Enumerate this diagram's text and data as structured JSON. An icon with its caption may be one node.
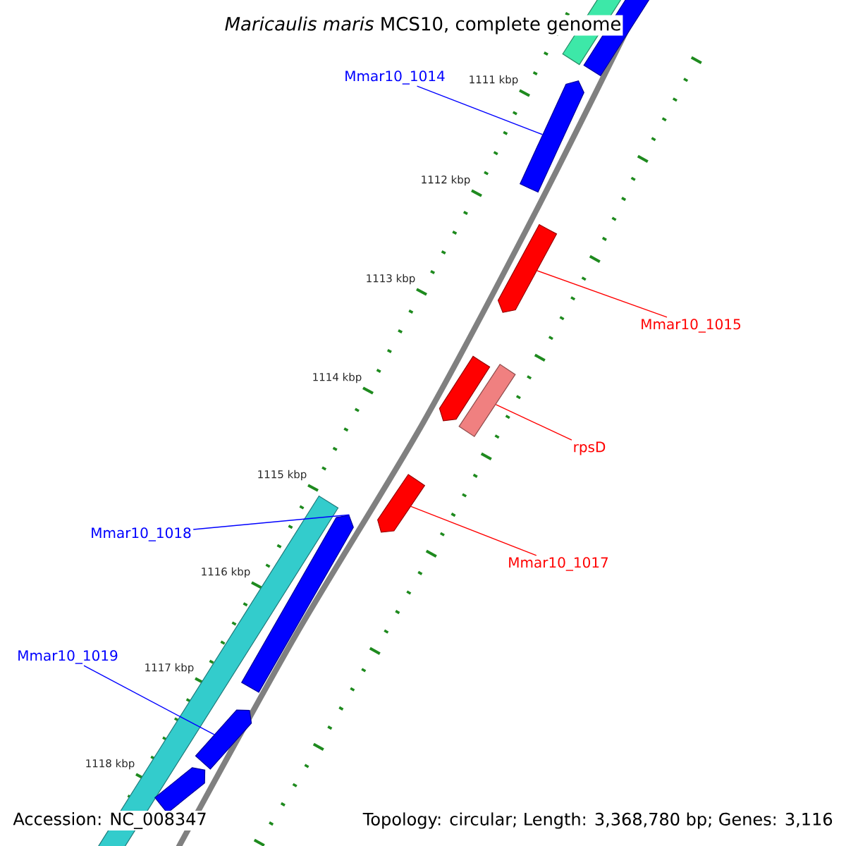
{
  "diagram": {
    "title": "*Maricaulis maris* MCS10, complete genome",
    "nodes": [
      {
        "text": [],
        "shape": "bar"
      },
      {
        "text": [],
        "shape": "bar"
      },
      {
        "text": [
          "Mmar10_1014"
        ]
      },
      {
        "text": [],
        "shape": "pentagon"
      },
      {
        "text": [],
        "shape": "pentagon"
      },
      {
        "text": [
          "Mmar10_1015"
        ]
      },
      {
        "text": [],
        "shape": "pentagon"
      },
      {
        "text": [],
        "shape": "bar"
      },
      {
        "text": [
          "rpsD"
        ]
      },
      {
        "text": [],
        "shape": "pentagon"
      },
      {
        "text": [],
        "shape": "bar"
      },
      {
        "text": [],
        "shape": "pentagon"
      },
      {
        "text": [
          "Mmar10_1018"
        ]
      },
      {
        "text": [
          "Mmar10_1017"
        ]
      },
      {
        "text": [
          "Mmar10_1019"
        ]
      },
      {
        "text": [],
        "shape": "pentagon"
      },
      {
        "text": [],
        "shape": "pentagon"
      }
    ],
    "edges": [
      {
        "from": 2,
        "to": 3,
        "arrow": "none",
        "color": "#0000ff"
      },
      {
        "from": 5,
        "to": 4,
        "arrow": "none",
        "color": "#ff0000"
      },
      {
        "from": 8,
        "to": 7,
        "arrow": "none",
        "color": "#ff0000"
      },
      {
        "from": 13,
        "to": 9,
        "arrow": "none",
        "color": "#ff0000"
      },
      {
        "from": 12,
        "to": 11,
        "arrow": "none",
        "color": "#0000ff"
      },
      {
        "from": 14,
        "to": 15,
        "arrow": "none",
        "color": "#0000ff"
      }
    ],
    "labels": [
      "1111 kbp",
      "1112 kbp",
      "1113 kbp",
      "1114 kbp",
      "1115 kbp",
      "1116 kbp",
      "1117 kbp",
      "1118 kbp",
      "Accession: NC_008347",
      "Topology: circular; Length: 3,368,780 bp; Genes: 3,116"
    ]
  }
}
